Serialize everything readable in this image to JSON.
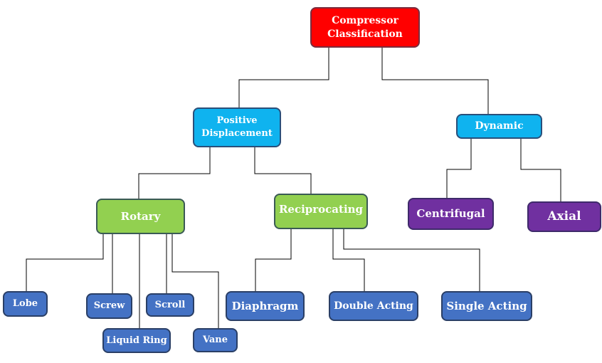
{
  "nodes": {
    "root": {
      "line1": "Compressor",
      "line2": "Classification"
    },
    "positive_displacement": {
      "line1": "Positive",
      "line2": "Displacement"
    },
    "dynamic": "Dynamic",
    "rotary": "Rotary",
    "reciprocating": "Reciprocating",
    "centrifugal": "Centrifugal",
    "axial": "Axial",
    "lobe": "Lobe",
    "screw": "Screw",
    "scroll": "Scroll",
    "liquid_ring": "Liquid Ring",
    "vane": "Vane",
    "diaphragm": "Diaphragm",
    "double_acting": "Double Acting",
    "single_acting": "Single Acting"
  },
  "colors": {
    "root": "#ff0000",
    "category": "#0fb3ef",
    "subcategory": "#92d050",
    "dynamic_type": "#7030a0",
    "leaf": "#4472c4",
    "connector": "#000000"
  }
}
